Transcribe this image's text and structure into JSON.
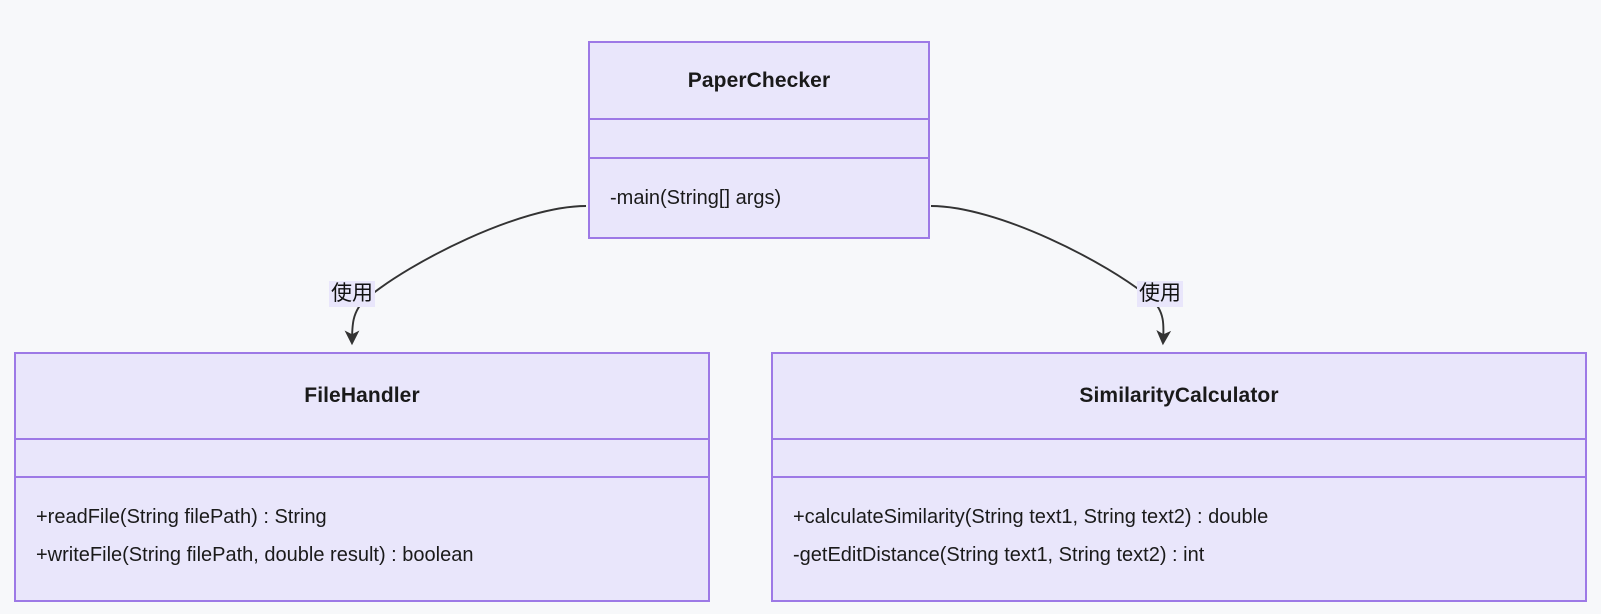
{
  "diagram": {
    "type": "uml-class-diagram",
    "background_color": "#f7f8fa",
    "node_fill_color": "#e9e6fb",
    "node_border_color": "#9d79e6",
    "edge_color": "#333333",
    "classes": [
      {
        "id": "paper-checker",
        "name": "PaperChecker",
        "attributes": [],
        "methods": [
          "-main(String[] args)"
        ]
      },
      {
        "id": "file-handler",
        "name": "FileHandler",
        "attributes": [],
        "methods": [
          "+readFile(String filePath) : String",
          "+writeFile(String filePath, double result) : boolean"
        ]
      },
      {
        "id": "similarity-calculator",
        "name": "SimilarityCalculator",
        "attributes": [],
        "methods": [
          "+calculateSimilarity(String text1, String text2) : double",
          "-getEditDistance(String text1, String text2) : int"
        ]
      }
    ],
    "edges": [
      {
        "id": "edge-paperchecker-filehandler",
        "from": "PaperChecker",
        "to": "FileHandler",
        "label": "使用",
        "arrow": "open-arrow"
      },
      {
        "id": "edge-paperchecker-similaritycalculator",
        "from": "PaperChecker",
        "to": "SimilarityCalculator",
        "label": "使用",
        "arrow": "open-arrow"
      }
    ]
  }
}
